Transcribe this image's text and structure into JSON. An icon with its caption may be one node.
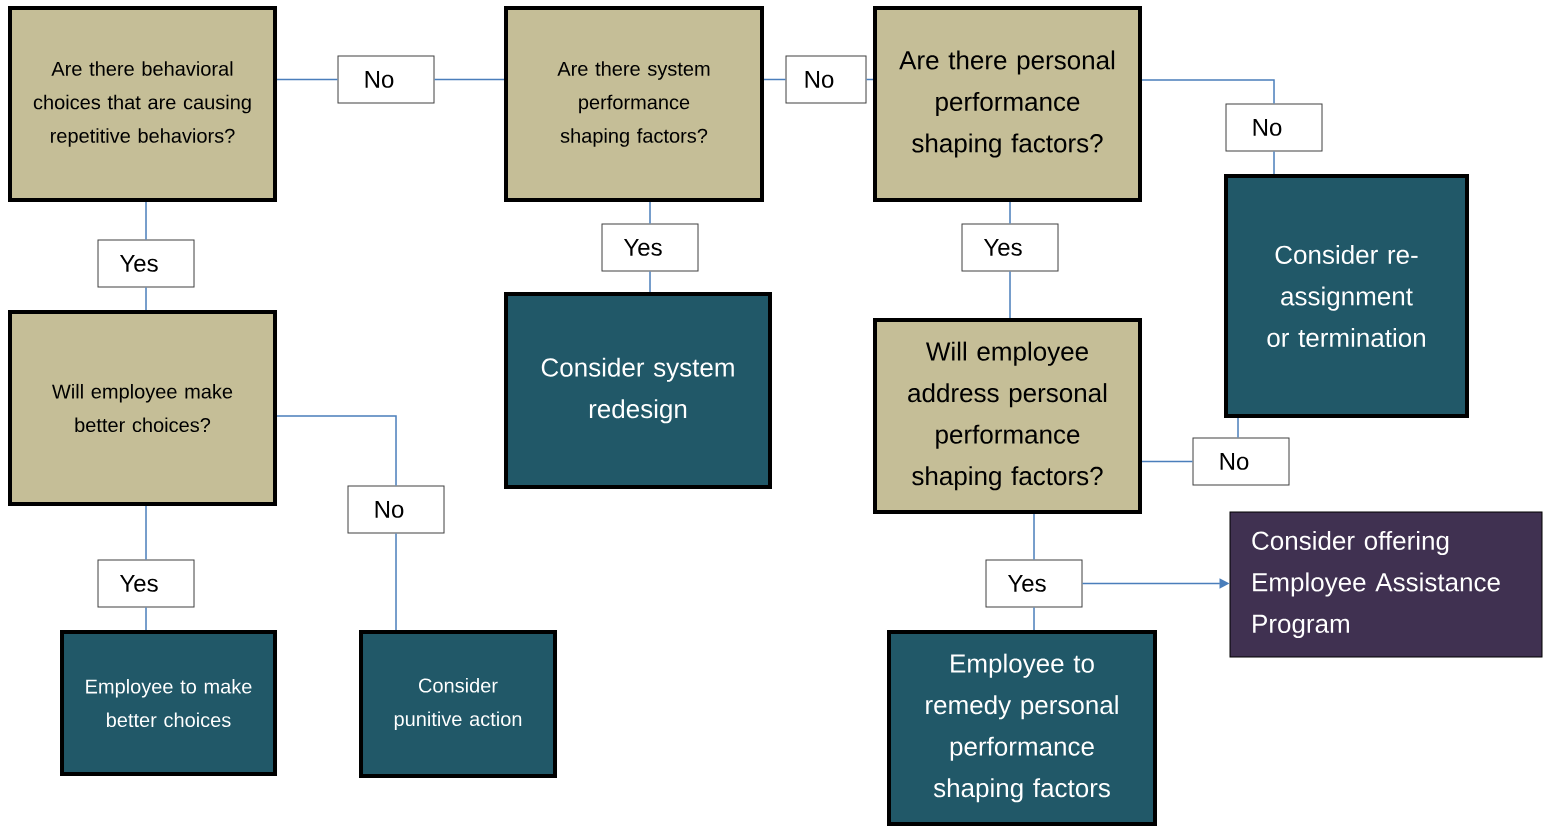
{
  "diagram": {
    "nodes": [
      {
        "text": [
          "Are there behavioral choices that are causing repetitive behaviors?"
        ]
      },
      {
        "text": [
          "No"
        ]
      },
      {
        "text": [
          "Are there system performance shaping factors?"
        ]
      },
      {
        "text": [
          "No"
        ]
      },
      {
        "text": [
          "Are there personal performance shaping factors?"
        ]
      },
      {
        "text": [
          "No"
        ]
      },
      {
        "text": [
          "Consider re-assignment or termination"
        ]
      },
      {
        "text": [
          "Yes"
        ]
      },
      {
        "text": [
          "Will employee make better choices?"
        ]
      },
      {
        "text": [
          "Yes"
        ]
      },
      {
        "text": [
          "Consider system redesign"
        ]
      },
      {
        "text": [
          "Yes"
        ]
      },
      {
        "text": [
          "Will employee address personal performance shaping factors?"
        ]
      },
      {
        "text": [
          "No"
        ]
      },
      {
        "text": [
          "Yes"
        ]
      },
      {
        "text": [
          "Employee to make better choices"
        ]
      },
      {
        "text": [
          "Consider punitive action"
        ]
      },
      {
        "text": [
          "No"
        ]
      },
      {
        "text": [
          "Yes"
        ]
      },
      {
        "text": [
          "Consider offering Employee Assistance Program"
        ]
      },
      {
        "text": [
          "Employee to remedy personal performance shaping factors"
        ]
      }
    ],
    "edges": [
      {
        "from": 0,
        "to": 1,
        "arrow": "none"
      },
      {
        "from": 1,
        "to": 2,
        "arrow": "none"
      },
      {
        "from": 2,
        "to": 3,
        "arrow": "none"
      },
      {
        "from": 3,
        "to": 4,
        "arrow": "none"
      },
      {
        "from": 4,
        "to": 5,
        "arrow": "none"
      },
      {
        "from": 5,
        "to": 6,
        "arrow": "none"
      },
      {
        "from": 0,
        "to": 7,
        "arrow": "none"
      },
      {
        "from": 7,
        "to": 8,
        "arrow": "none"
      },
      {
        "from": 2,
        "to": 9,
        "arrow": "none"
      },
      {
        "from": 9,
        "to": 10,
        "arrow": "none"
      },
      {
        "from": 4,
        "to": 11,
        "arrow": "none"
      },
      {
        "from": 11,
        "to": 12,
        "arrow": "none"
      },
      {
        "from": 8,
        "to": 13,
        "arrow": "none"
      },
      {
        "from": 13,
        "to": 16,
        "arrow": "none"
      },
      {
        "from": 8,
        "to": 14,
        "arrow": "none"
      },
      {
        "from": 14,
        "to": 15,
        "arrow": "none"
      },
      {
        "from": 12,
        "to": 17,
        "arrow": "none"
      },
      {
        "from": 17,
        "to": 6,
        "arrow": "none"
      },
      {
        "from": 12,
        "to": 18,
        "arrow": "none"
      },
      {
        "from": 18,
        "to": 20,
        "arrow": "none"
      },
      {
        "from": 18,
        "to": 19,
        "arrow": "to"
      }
    ]
  }
}
